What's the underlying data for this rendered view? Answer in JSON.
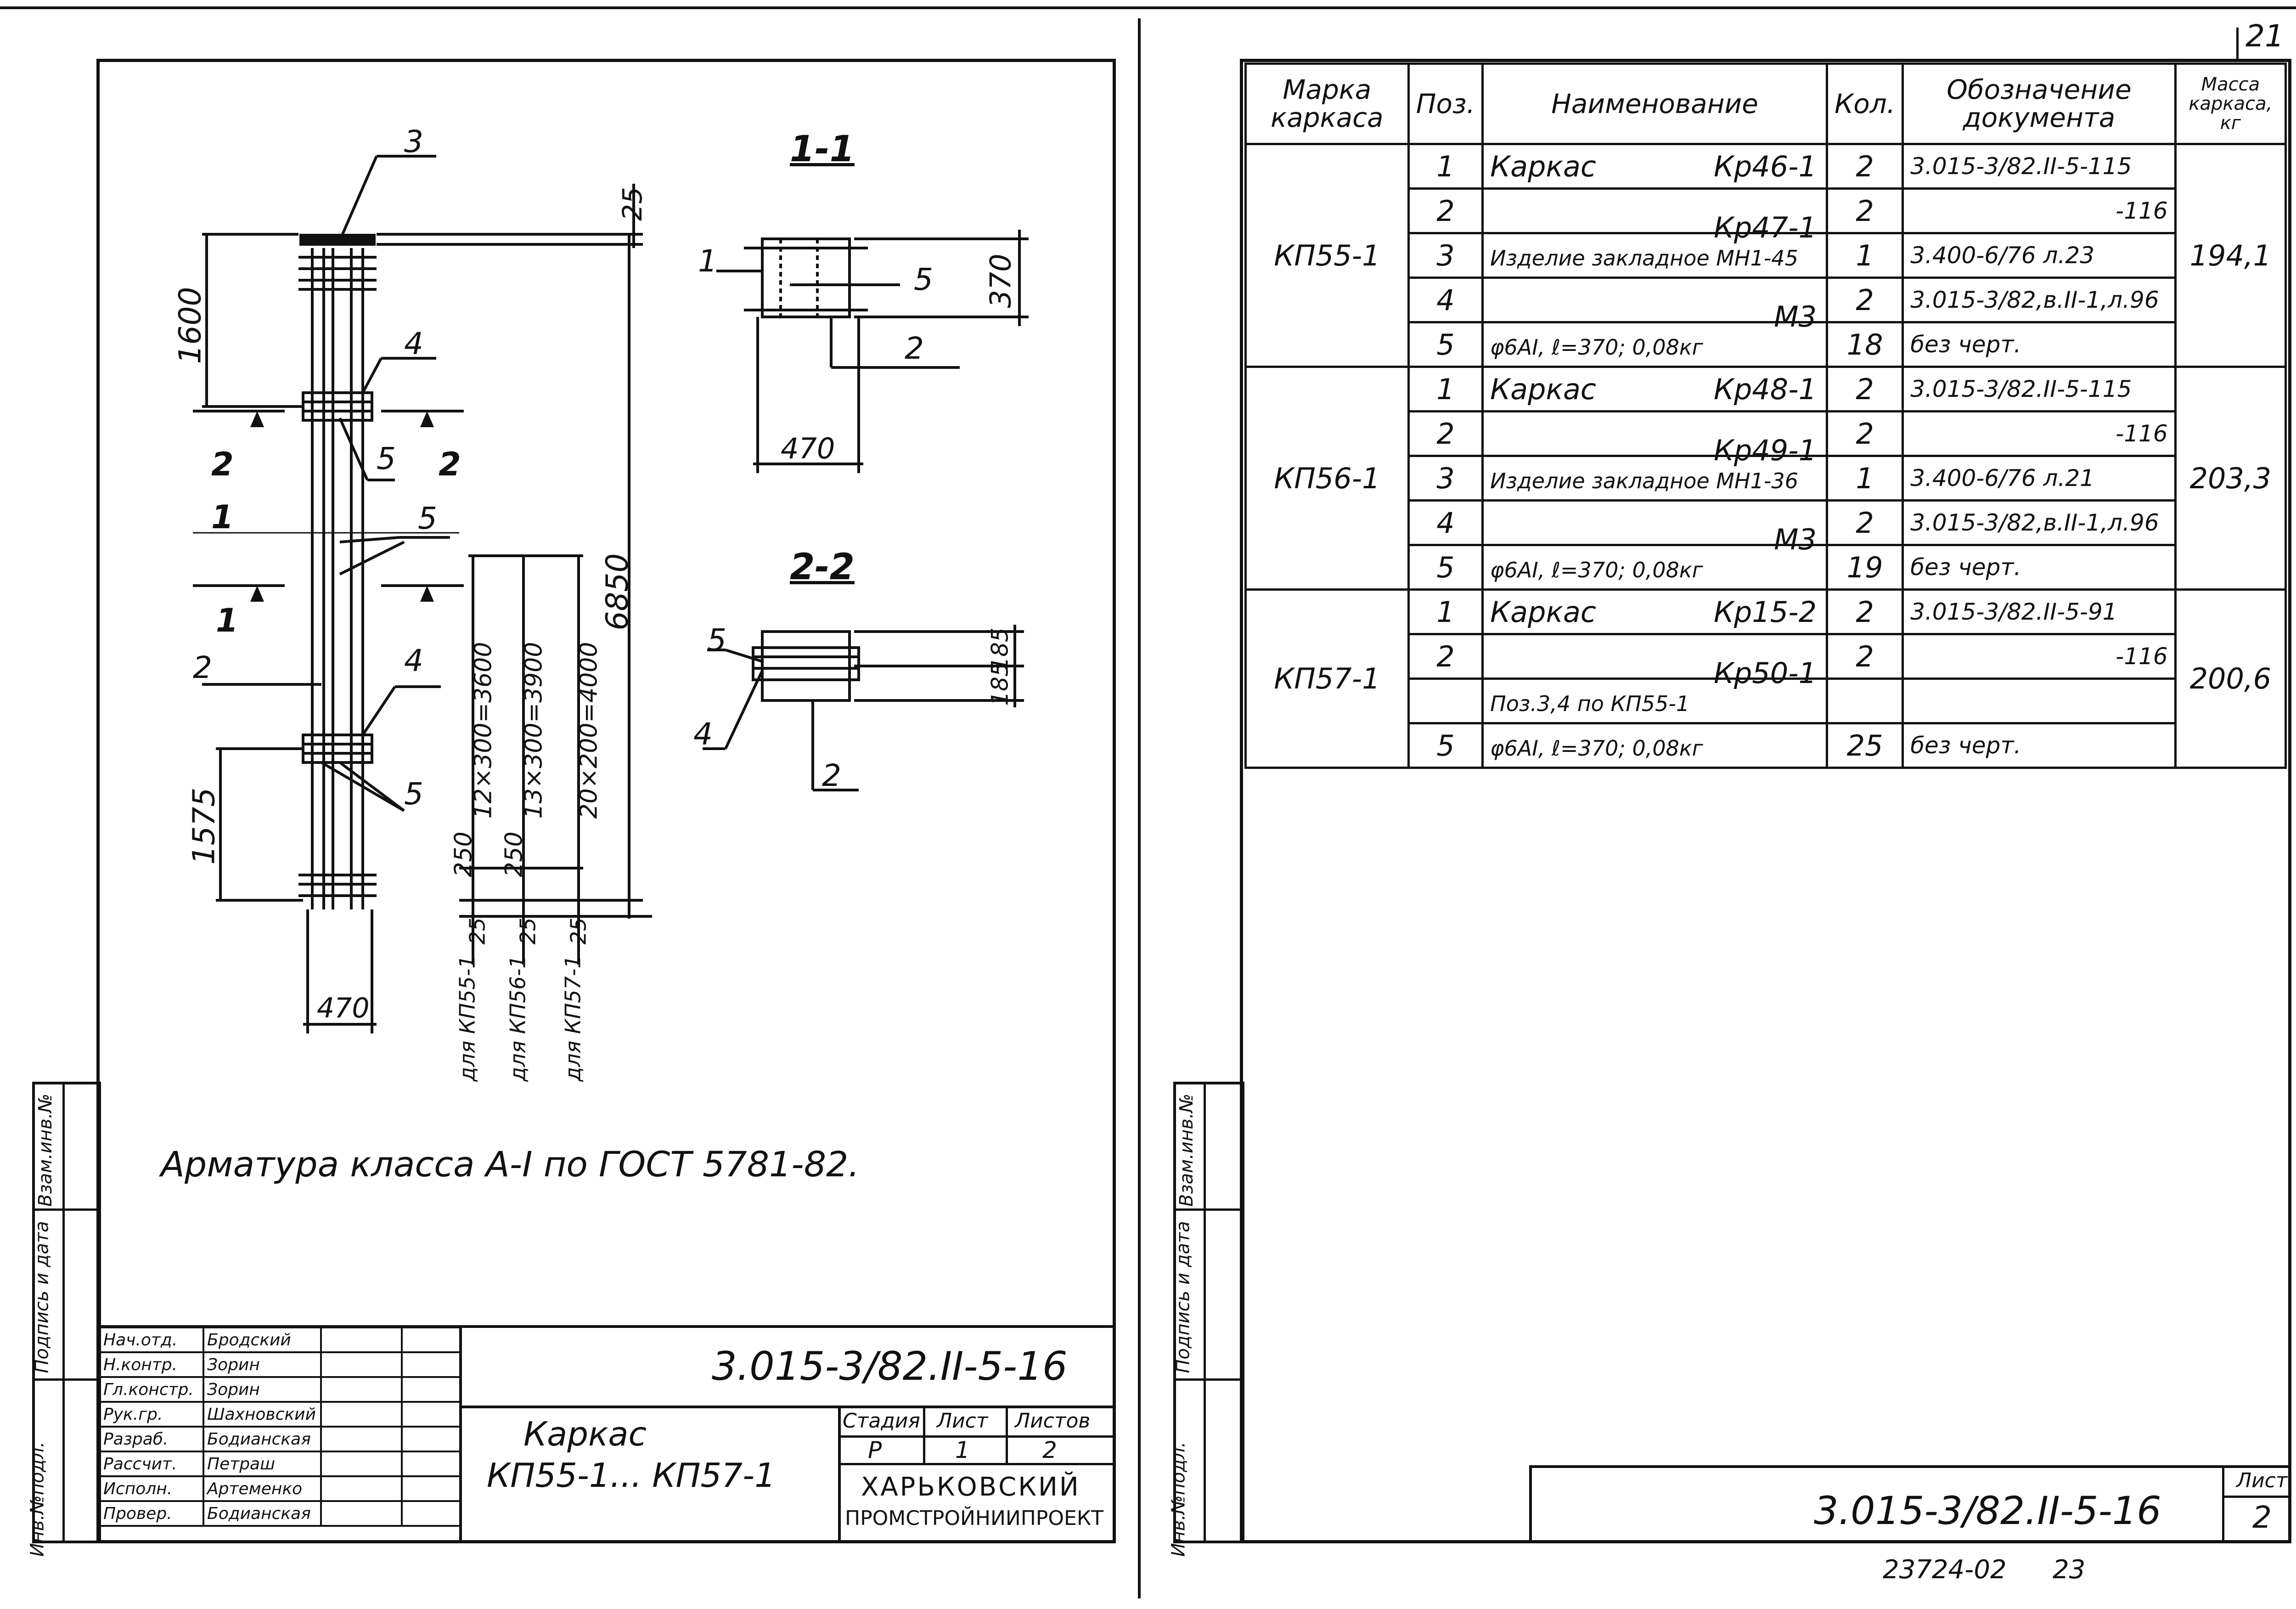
{
  "page_number": "21",
  "bottom_code": "23724-02",
  "bottom_page": "23",
  "left_sheet": {
    "section_labels": {
      "s11": "1-1",
      "s22": "2-2"
    },
    "elevation": {
      "labels": {
        "pos3": "3",
        "pos4a": "4",
        "pos4b": "4",
        "pos5a": "5",
        "pos5b": "5",
        "pos5c": "5",
        "pos2": "2",
        "cut2_left": "2",
        "cut2_right": "2",
        "cut1_left": "1",
        "cut1_right": "1"
      },
      "dims": {
        "top": "25",
        "d1600": "1600",
        "d1575": "1575",
        "d6850": "6850",
        "d470": "470",
        "s250a": "250",
        "s250b": "250",
        "sp1": "12×300=3600",
        "sp2": "13×300=3900",
        "sp3": "20×200=4000",
        "for55": "для КП55-1",
        "for56": "для КП56-1",
        "for57": "для КП57-1",
        "b25a": "25",
        "b25b": "25",
        "b25c": "25"
      }
    },
    "sec11": {
      "l1": "1",
      "l5": "5",
      "l2": "2",
      "d370": "370",
      "d470": "470"
    },
    "sec22": {
      "l5": "5",
      "l4": "4",
      "l2": "2",
      "d185a": "185",
      "d185b": "185"
    },
    "note": "Арматура класса А-I по ГОСТ 5781-82.",
    "side_stamp": [
      "Инв.№подл.",
      "Подпись и дата",
      "Взам.инв.№"
    ],
    "title_block": {
      "roles": [
        "Нач.отд.",
        "Н.контр.",
        "Гл.констр.",
        "Рук.гр.",
        "Разраб.",
        "Рассчит.",
        "Исполн.",
        "Провер."
      ],
      "names": [
        "Бродский",
        "Зорин",
        "Зорин",
        "Шахновский",
        "Бодианская",
        "Петраш",
        "Артеменко",
        "Бодианская"
      ],
      "doc_code": "3.015-3/82.II-5-16",
      "title_line1": "Каркас",
      "title_line2": "КП55-1... КП57-1",
      "stage_label": "Стадия",
      "sheet_label": "Лист",
      "sheets_label": "Листов",
      "stage": "Р",
      "sheet": "1",
      "sheets": "2",
      "org_line1": "ХАРЬКОВСКИЙ",
      "org_line2": "ПРОМСТРОЙНИИПРОЕКТ"
    }
  },
  "right_sheet": {
    "headers": [
      "Марка каркаса",
      "Поз.",
      "Наименование",
      "Кол.",
      "Обозначение документа",
      "Масса каркаса, кг"
    ],
    "groups": [
      {
        "mark": "КП55-1",
        "mass": "194,1",
        "rows": [
          {
            "pos": "1",
            "name": "Каркас",
            "name2": "Кр46-1",
            "qty": "2",
            "doc": "3.015-3/82.II-5-115"
          },
          {
            "pos": "2",
            "name": "",
            "name2": "Кр47-1",
            "qty": "2",
            "doc": "-116"
          },
          {
            "pos": "3",
            "name": "Изделие закладное МН1-45",
            "name2": "",
            "qty": "1",
            "doc": "3.400-6/76 л.23"
          },
          {
            "pos": "4",
            "name": "",
            "name2": "М3",
            "qty": "2",
            "doc": "3.015-3/82,в.II-1,л.96"
          },
          {
            "pos": "5",
            "name": "φ6AI, ℓ=370; 0,08кг",
            "name2": "",
            "qty": "18",
            "doc": "без черт."
          }
        ]
      },
      {
        "mark": "КП56-1",
        "mass": "203,3",
        "rows": [
          {
            "pos": "1",
            "name": "Каркас",
            "name2": "Кр48-1",
            "qty": "2",
            "doc": "3.015-3/82.II-5-115"
          },
          {
            "pos": "2",
            "name": "",
            "name2": "Кр49-1",
            "qty": "2",
            "doc": "-116"
          },
          {
            "pos": "3",
            "name": "Изделие закладное МН1-36",
            "name2": "",
            "qty": "1",
            "doc": "3.400-6/76 л.21"
          },
          {
            "pos": "4",
            "name": "",
            "name2": "М3",
            "qty": "2",
            "doc": "3.015-3/82,в.II-1,л.96"
          },
          {
            "pos": "5",
            "name": "φ6AI, ℓ=370; 0,08кг",
            "name2": "",
            "qty": "19",
            "doc": "без черт."
          }
        ]
      },
      {
        "mark": "КП57-1",
        "mass": "200,6",
        "rows": [
          {
            "pos": "1",
            "name": "Каркас",
            "name2": "Кр15-2",
            "qty": "2",
            "doc": "3.015-3/82.II-5-91"
          },
          {
            "pos": "2",
            "name": "",
            "name2": "Кр50-1",
            "qty": "2",
            "doc": "-116"
          },
          {
            "pos": "",
            "name": "Поз.3,4 по КП55-1",
            "name2": "",
            "qty": "",
            "doc": ""
          },
          {
            "pos": "5",
            "name": "φ6AI, ℓ=370; 0,08кг",
            "name2": "",
            "qty": "25",
            "doc": "без черт."
          }
        ]
      }
    ],
    "side_stamp": [
      "Инв.№подл.",
      "Подпись и дата",
      "Взам.инв.№"
    ],
    "title_block": {
      "doc_code": "3.015-3/82.II-5-16",
      "sheet_label": "Лист",
      "sheet": "2"
    }
  }
}
